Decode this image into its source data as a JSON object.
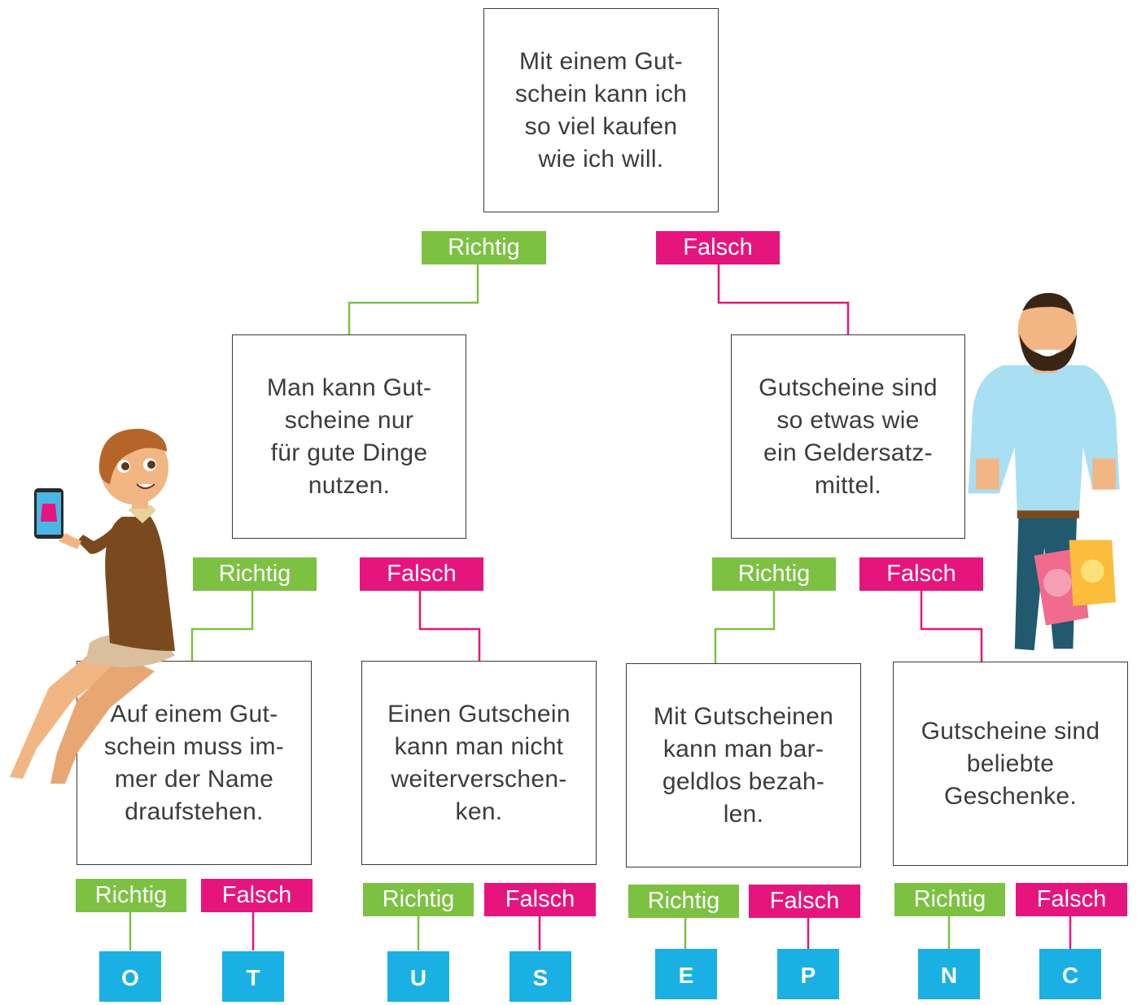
{
  "labels": {
    "richtig": "Richtig",
    "falsch": "Falsch"
  },
  "colors": {
    "richtig": "#7dc142",
    "falsch": "#e6157e",
    "letter": "#1ab0e3",
    "box_border": "#3a3a3a"
  },
  "boxes": {
    "root": "Mit einem Gut-\nschein kann ich\nso viel kaufen\nwie ich will.",
    "l1": "Man kann Gut-\nscheine nur\nfür gute Dinge\nnutzen.",
    "r1": "Gutscheine sind\nso etwas wie\nein Geldersatz-\nmittel.",
    "ll": "Auf einem Gut-\nschein muss im-\nmer der Name\ndraufstehen.",
    "lr": "Einen Gutschein\nkann man nicht\nweiterverschen-\nken.",
    "rl": "Mit Gutscheinen\nkann man bar-\ngeldlos bezah-\nlen.",
    "rr": "Gutscheine sind\nbeliebte\nGeschenke."
  },
  "letters": [
    "O",
    "T",
    "U",
    "S",
    "E",
    "P",
    "N",
    "C"
  ],
  "illustrations": [
    "woman-with-phone",
    "man-with-shopping-bags"
  ]
}
